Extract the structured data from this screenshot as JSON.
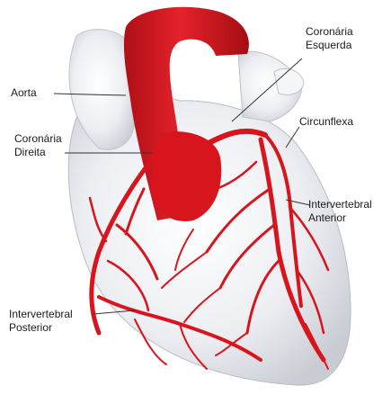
{
  "labels": {
    "aorta": "Aorta",
    "coronaria_direita": [
      "Coronária",
      "Direita"
    ],
    "coronaria_esquerda": [
      "Coronária",
      "Esquerda"
    ],
    "circunflexa": "Circunflexa",
    "intervertebral_anterior": [
      "Intervertebral",
      "Anterior"
    ],
    "intervertebral_posterior": [
      "Intervertebral",
      "Posterior"
    ]
  },
  "colors": {
    "artery": "#d8141c",
    "artery_dark": "#a50d12",
    "heart_tissue": "#eceef2",
    "heart_shadow": "#c9ccd3",
    "leader_line": "#333333"
  }
}
